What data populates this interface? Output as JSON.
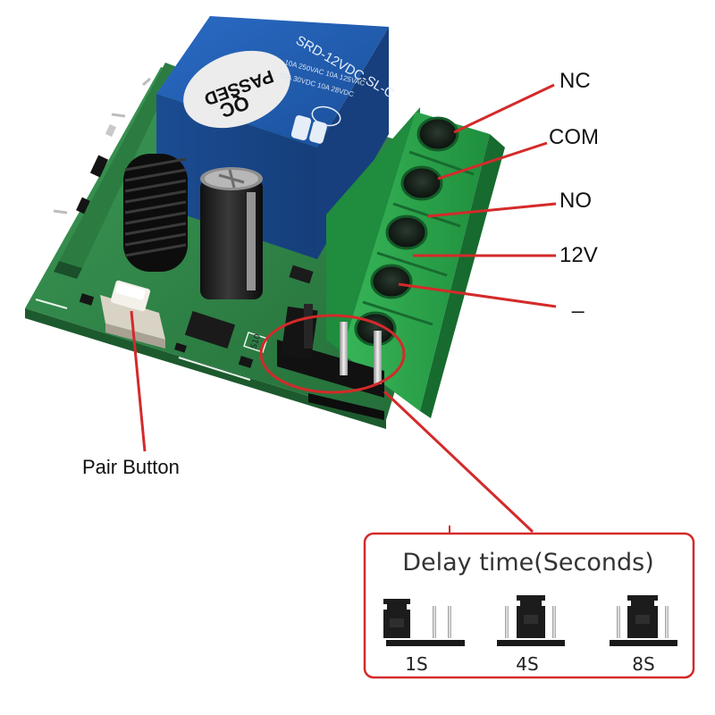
{
  "terminals": [
    {
      "label": "NC"
    },
    {
      "label": "COM"
    },
    {
      "label": "NO"
    },
    {
      "label": "12V"
    },
    {
      "label": "_"
    }
  ],
  "button_label": "Pair Button",
  "relay": {
    "model": "SRD-12VDC-SL-C",
    "passed_line": "PASSED",
    "qc_line": "QC",
    "rating_1": "10A 250VAC 10A 125VAC",
    "rating_2": "10A 30VDC 10A 28VDC"
  },
  "board_marks": {
    "diode": "S10"
  },
  "delay": {
    "title": "Delay time(Seconds)",
    "options": [
      {
        "label": "1S"
      },
      {
        "label": "4S"
      },
      {
        "label": "8S"
      }
    ]
  },
  "colors": {
    "pcb": "#2f8a4a",
    "relay": "#1e56a8",
    "terminal_block": "#2aa84a",
    "pointer_line": "#d42a2a",
    "highlight": "#d42a2a"
  }
}
